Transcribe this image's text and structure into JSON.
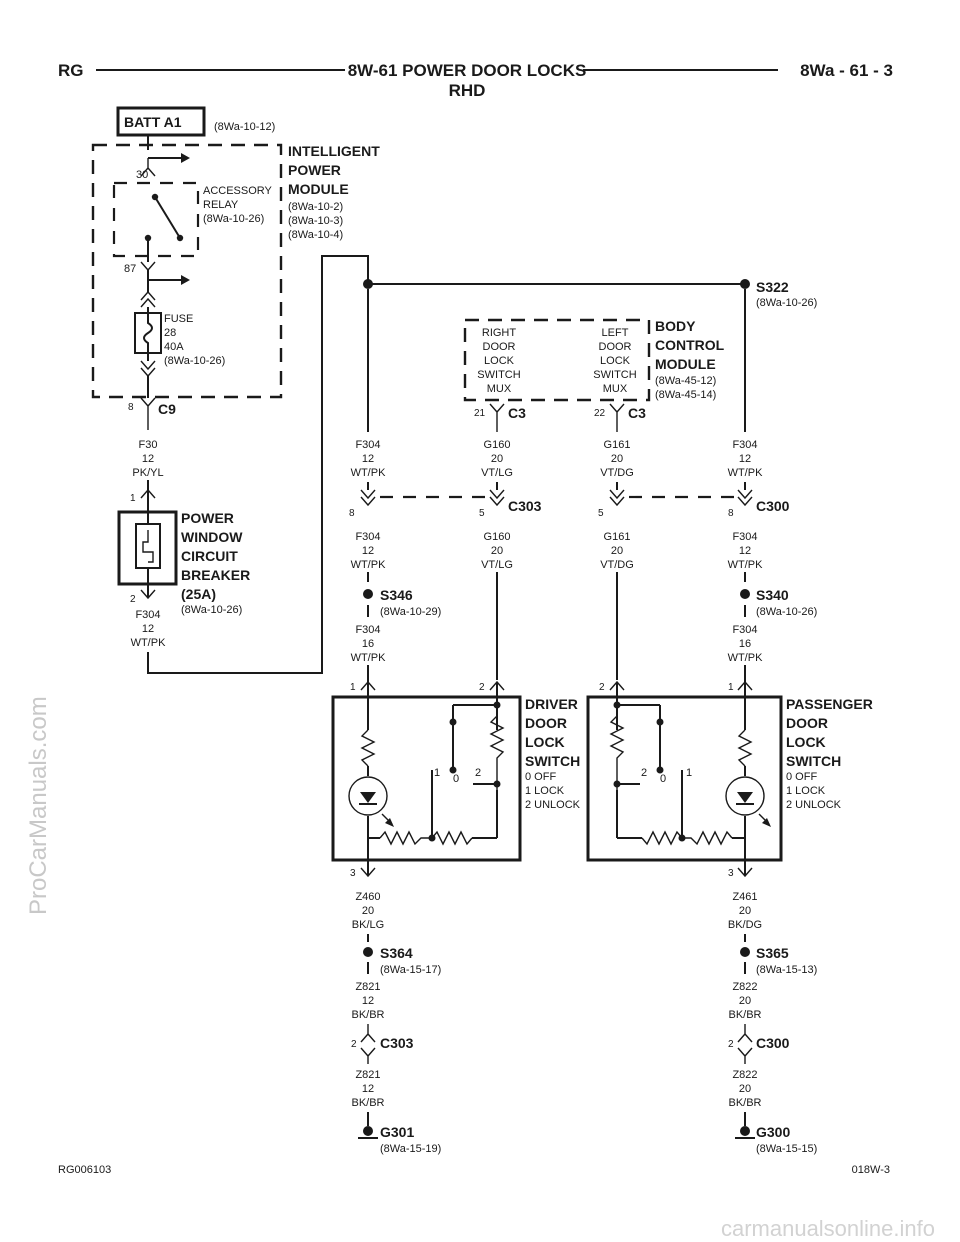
{
  "header": {
    "left": "RG",
    "title": "8W-61 POWER DOOR LOCKS",
    "subtitle": "RHD",
    "right": "8Wa - 61 - 3"
  },
  "footer": {
    "left": "RG006103",
    "right": "018W-3"
  },
  "watermarks": {
    "side": "ProCarManuals.com",
    "bottom": "carmanualsonline.info"
  },
  "batt": {
    "label": "BATT A1",
    "ref": "(8Wa-10-12)"
  },
  "ipm": {
    "title": [
      "INTELLIGENT",
      "POWER",
      "MODULE"
    ],
    "refs": [
      "(8Wa-10-2)",
      "(8Wa-10-3)",
      "(8Wa-10-4)"
    ],
    "relay": [
      "ACCESSORY",
      "RELAY",
      "(8Wa-10-26)"
    ],
    "pin30": "30",
    "pin87": "87",
    "fuse": [
      "FUSE",
      "28",
      "40A",
      "(8Wa-10-26)"
    ],
    "c9_pin": "8",
    "c9": "C9"
  },
  "wire_f30": [
    "F30",
    "12",
    "PK/YL"
  ],
  "breaker": {
    "title": [
      "POWER",
      "WINDOW",
      "CIRCUIT",
      "BREAKER",
      "(25A)"
    ],
    "ref": "(8Wa-10-26)",
    "pin1": "1",
    "pin2": "2"
  },
  "wire_f304_breaker": [
    "F304",
    "12",
    "WT/PK"
  ],
  "s322": {
    "label": "S322",
    "ref": "(8Wa-10-26)"
  },
  "bcm": {
    "title": [
      "BODY",
      "CONTROL",
      "MODULE"
    ],
    "refs": [
      "(8Wa-45-12)",
      "(8Wa-45-14)"
    ],
    "right_mux": [
      "RIGHT",
      "DOOR",
      "LOCK",
      "SWITCH",
      "MUX"
    ],
    "left_mux": [
      "LEFT",
      "DOOR",
      "LOCK",
      "SWITCH",
      "MUX"
    ],
    "c3_pin_a": "21",
    "c3_pin_b": "22",
    "c3": "C3"
  },
  "wire_f304_left_top": [
    "F304",
    "12",
    "WT/PK"
  ],
  "wire_g160_top": [
    "G160",
    "20",
    "VT/LG"
  ],
  "wire_g161_top": [
    "G161",
    "20",
    "VT/DG"
  ],
  "wire_f304_right_top": [
    "F304",
    "12",
    "WT/PK"
  ],
  "c303_upper": {
    "label": "C303",
    "pin_a": "8",
    "pin_b": "5"
  },
  "c300_upper": {
    "label": "C300",
    "pin_a": "5",
    "pin_b": "8"
  },
  "wire_f304_left_mid": [
    "F304",
    "12",
    "WT/PK"
  ],
  "wire_g160_bot": [
    "G160",
    "20",
    "VT/LG"
  ],
  "wire_g161_bot": [
    "G161",
    "20",
    "VT/DG"
  ],
  "wire_f304_right_mid": [
    "F304",
    "12",
    "WT/PK"
  ],
  "s346": {
    "label": "S346",
    "ref": "(8Wa-10-29)"
  },
  "s340": {
    "label": "S340",
    "ref": "(8Wa-10-26)"
  },
  "wire_f304_left_16": [
    "F304",
    "16",
    "WT/PK"
  ],
  "wire_f304_right_16": [
    "F304",
    "16",
    "WT/PK"
  ],
  "driver_switch": {
    "title": [
      "DRIVER",
      "DOOR",
      "LOCK",
      "SWITCH"
    ],
    "states": [
      "0 OFF",
      "1 LOCK",
      "2 UNLOCK"
    ],
    "pin1": "1",
    "pin2": "2",
    "pin3": "3",
    "pos1": "1",
    "pos0": "0",
    "pos2": "2"
  },
  "passenger_switch": {
    "title": [
      "PASSENGER",
      "DOOR",
      "LOCK",
      "SWITCH"
    ],
    "states": [
      "0 OFF",
      "1 LOCK",
      "2 UNLOCK"
    ],
    "pin1": "1",
    "pin2": "2",
    "pin3": "3",
    "pos2": "2",
    "pos0": "0",
    "pos1": "1"
  },
  "wire_z460": [
    "Z460",
    "20",
    "BK/LG"
  ],
  "wire_z461": [
    "Z461",
    "20",
    "BK/DG"
  ],
  "s364": {
    "label": "S364",
    "ref": "(8Wa-15-17)"
  },
  "s365": {
    "label": "S365",
    "ref": "(8Wa-15-13)"
  },
  "wire_z821_a": [
    "Z821",
    "12",
    "BK/BR"
  ],
  "wire_z822_a": [
    "Z822",
    "20",
    "BK/BR"
  ],
  "c303_lower": {
    "label": "C303",
    "pin": "2"
  },
  "c300_lower": {
    "label": "C300",
    "pin": "2"
  },
  "wire_z821_b": [
    "Z821",
    "12",
    "BK/BR"
  ],
  "wire_z822_b": [
    "Z822",
    "20",
    "BK/BR"
  ],
  "g301": {
    "label": "G301",
    "ref": "(8Wa-15-19)"
  },
  "g300": {
    "label": "G300",
    "ref": "(8Wa-15-15)"
  }
}
